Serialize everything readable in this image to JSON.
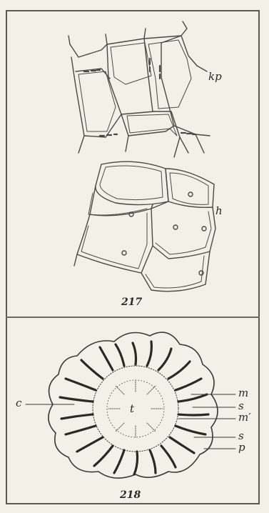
{
  "figures": [
    {
      "number": "217",
      "labels": {
        "kp": "kp",
        "h": "h"
      }
    },
    {
      "number": "218",
      "labels": {
        "c": "c",
        "t": "t",
        "m": "m",
        "s_upper": "s",
        "m_prime": "m′",
        "s_lower": "s",
        "p": "p"
      }
    }
  ],
  "colors": {
    "ink": "#3a3a34",
    "paper": "#f2f1e8",
    "frame": "#5a5a52"
  }
}
